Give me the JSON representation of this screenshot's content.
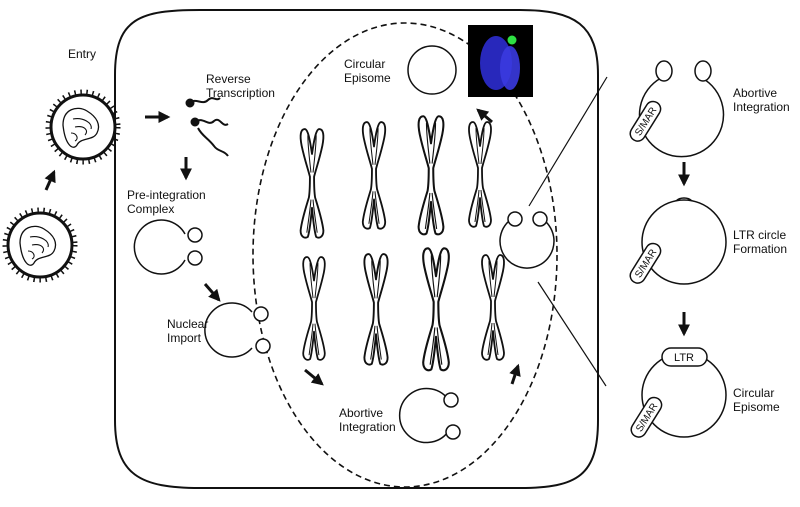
{
  "labels": {
    "entry": "Entry",
    "reverse_transcription": "Reverse\nTranscription",
    "pre_integration_complex": "Pre-integration\nComplex",
    "nuclear_import": "Nuclear\nImport",
    "abortive_integration_nucleus": "Abortive\nIntegration",
    "circular_episome_nucleus": "Circular\nEpisome",
    "abortive_integration_side": "Abortive\nIntegration",
    "ltr_circle_formation": "LTR circle\nFormation",
    "circular_episome_side": "Circular\nEpisome",
    "smar": "S/MAR",
    "ltr": "LTR"
  },
  "colors": {
    "line": "#111111",
    "chromosome_fill": "#ffffff",
    "micrograph_background": "#000000",
    "micrograph_dna": "#2c2ccf",
    "micrograph_signal": "#2ee043"
  }
}
